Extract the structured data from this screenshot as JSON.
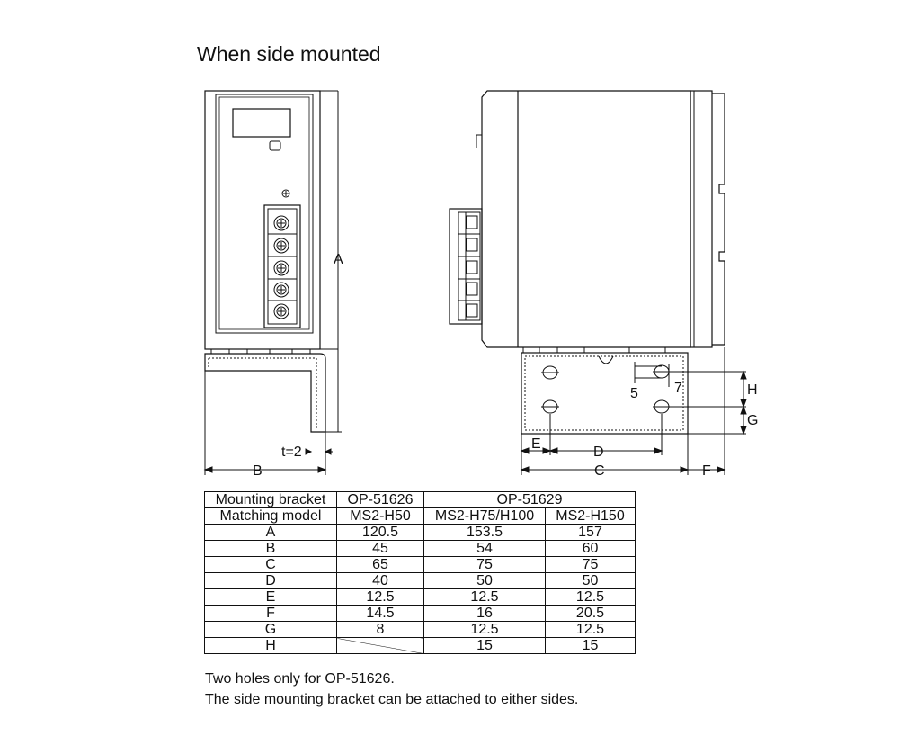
{
  "title": "When side mounted",
  "dimension_labels": {
    "A": "A",
    "B": "B",
    "C": "C",
    "D": "D",
    "E": "E",
    "F": "F",
    "G": "G",
    "H": "H",
    "thickness": "t=2",
    "hole_5": "5",
    "hole_7": "7"
  },
  "table": {
    "header": {
      "row1_label": "Mounting bracket",
      "bracket1": "OP-51626",
      "bracket2": "OP-51629",
      "row2_label": "Matching model",
      "model1": "MS2-H50",
      "model2": "MS2-H75/H100",
      "model3": "MS2-H150"
    },
    "rows": [
      {
        "label": "A",
        "v1": "120.5",
        "v2": "153.5",
        "v3": "157"
      },
      {
        "label": "B",
        "v1": "45",
        "v2": "54",
        "v3": "60"
      },
      {
        "label": "C",
        "v1": "65",
        "v2": "75",
        "v3": "75"
      },
      {
        "label": "D",
        "v1": "40",
        "v2": "50",
        "v3": "50"
      },
      {
        "label": "E",
        "v1": "12.5",
        "v2": "12.5",
        "v3": "12.5"
      },
      {
        "label": "F",
        "v1": "14.5",
        "v2": "16",
        "v3": "20.5"
      },
      {
        "label": "G",
        "v1": "8",
        "v2": "12.5",
        "v3": "12.5"
      },
      {
        "label": "H",
        "v1": "",
        "v2": "15",
        "v3": "15"
      }
    ]
  },
  "notes": {
    "line1": "Two holes only for OP-51626.",
    "line2": "The side mounting bracket can be attached to either sides."
  }
}
